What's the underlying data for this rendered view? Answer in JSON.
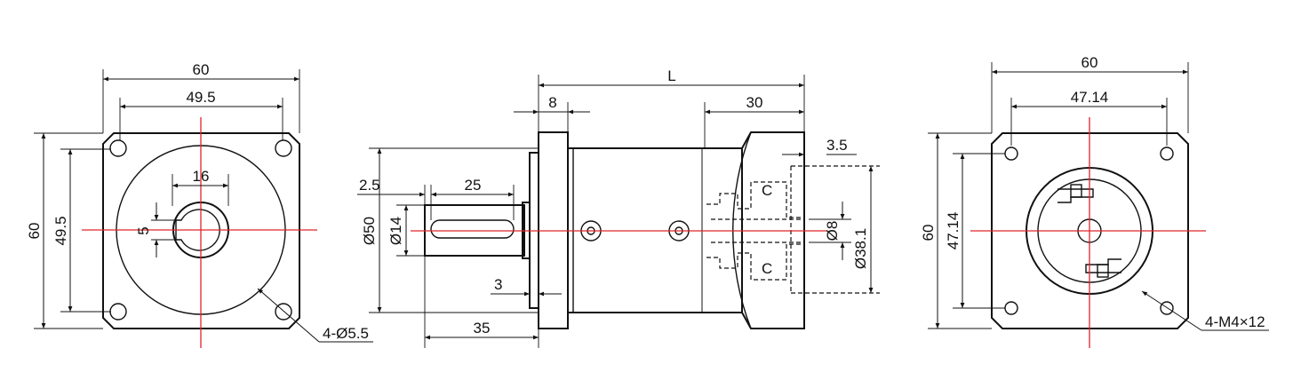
{
  "colors": {
    "outline": "#111111",
    "centerline": "#e0242a",
    "background": "#ffffff"
  },
  "front_view": {
    "width": "60",
    "bolt_pitch_h": "49.5",
    "height": "60",
    "bolt_pitch_v": "49.5",
    "shaft_dia_ref": "16",
    "key_width": "5",
    "hole_callout": "4-Ø5.5"
  },
  "side_view": {
    "overall_length": "L",
    "flange_thickness": "8",
    "body_end_length": "30",
    "step_depth": "3.5",
    "key_offset": "2.5",
    "key_length": "25",
    "pilot_dia": "Ø50",
    "shaft_dia": "Ø14",
    "pilot_height": "3",
    "shaft_length": "35",
    "input_bore_dia": "Ø8",
    "input_pilot_dia": "Ø38.1",
    "clamp_label_top": "C",
    "clamp_label_bottom": "C"
  },
  "rear_view": {
    "width": "60",
    "bolt_pitch_h": "47.14",
    "height": "60",
    "bolt_pitch_v": "47.14",
    "thread_callout": "4-M4×12"
  }
}
